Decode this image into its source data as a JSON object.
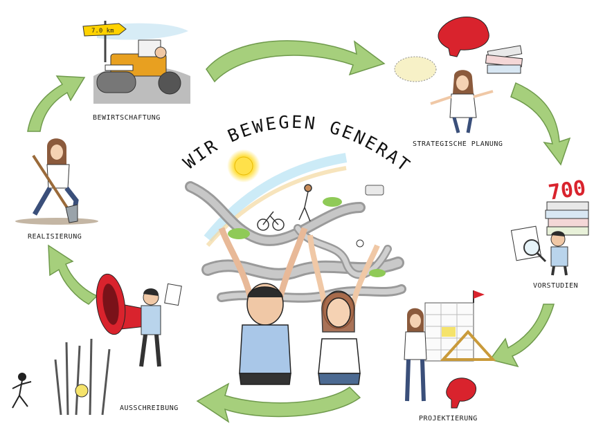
{
  "title": "WIR BEWEGEN GENERATIONEN",
  "sign_text": "7.0 km",
  "badge_700": "700",
  "stages": [
    {
      "key": "bewirtschaftung",
      "label": "BEWIRTSCHAFTUNG"
    },
    {
      "key": "strategische-planung",
      "label": "STRATEGISCHE PLANUNG"
    },
    {
      "key": "vorstudien",
      "label": "VORSTUDIEN"
    },
    {
      "key": "projektierung",
      "label": "PROJEKTIERUNG"
    },
    {
      "key": "ausschreibung",
      "label": "AUSSCHREIBUNG"
    },
    {
      "key": "realisierung",
      "label": "REALISIERUNG"
    }
  ],
  "colors": {
    "arrow_fill": "#a6cf7c",
    "arrow_stroke": "#6f9a4c",
    "road": "#9a9a9a",
    "sun": "#ffe14a",
    "piggy": "#d9232d",
    "roller": "#e8a020"
  }
}
